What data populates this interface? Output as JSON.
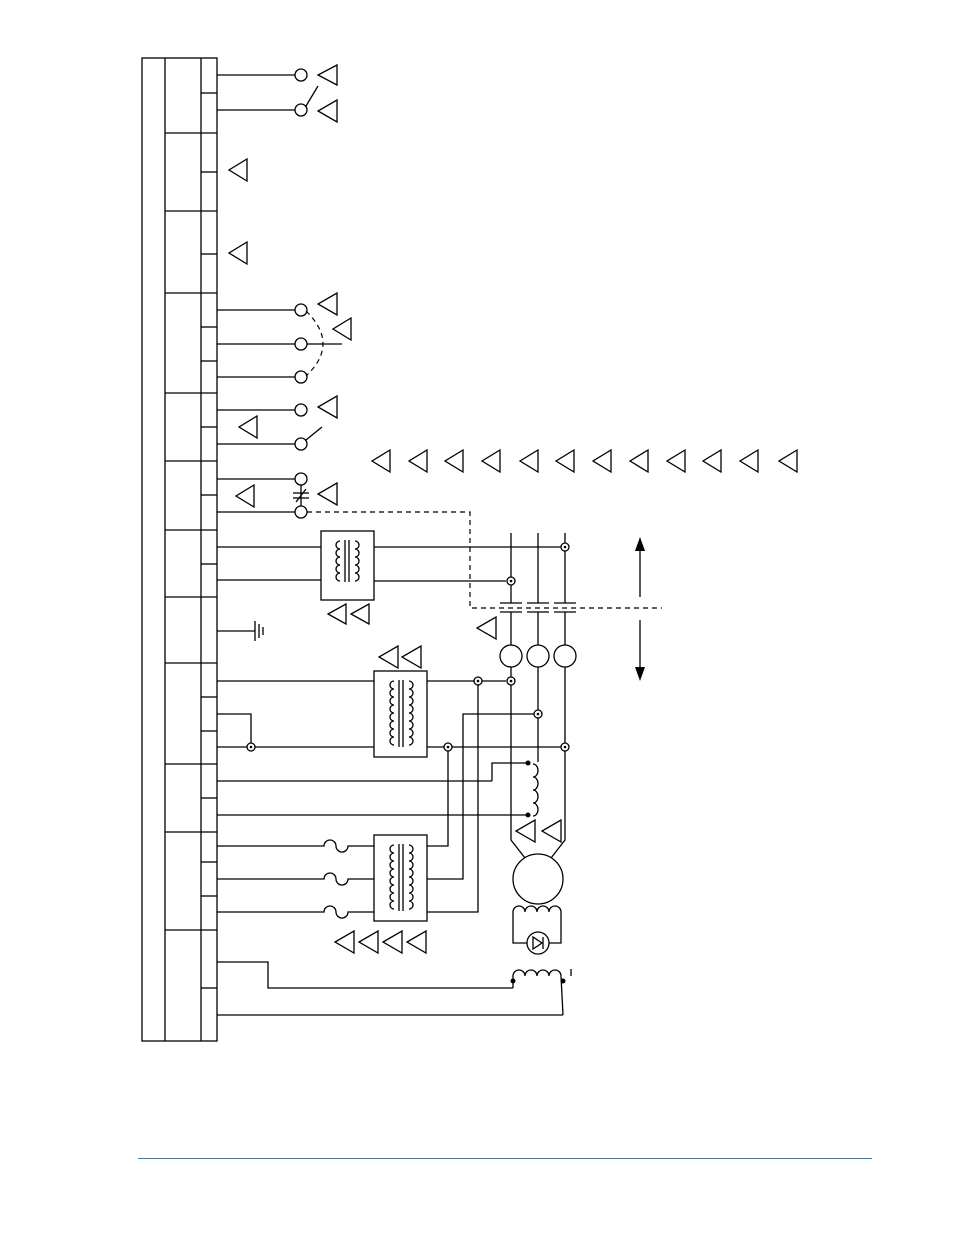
{
  "diagram": {
    "type": "connection-diagram",
    "labels": [],
    "colors": {
      "line": "#000000",
      "footer_rule": "#2a7fc0",
      "background": "#ffffff"
    },
    "symbols": {
      "terminal_strip_groups": 14,
      "transformers": 3,
      "motor": 1,
      "diode_bridge": 1,
      "ground": 1,
      "fuses": 3,
      "double_arrow": 1
    }
  }
}
